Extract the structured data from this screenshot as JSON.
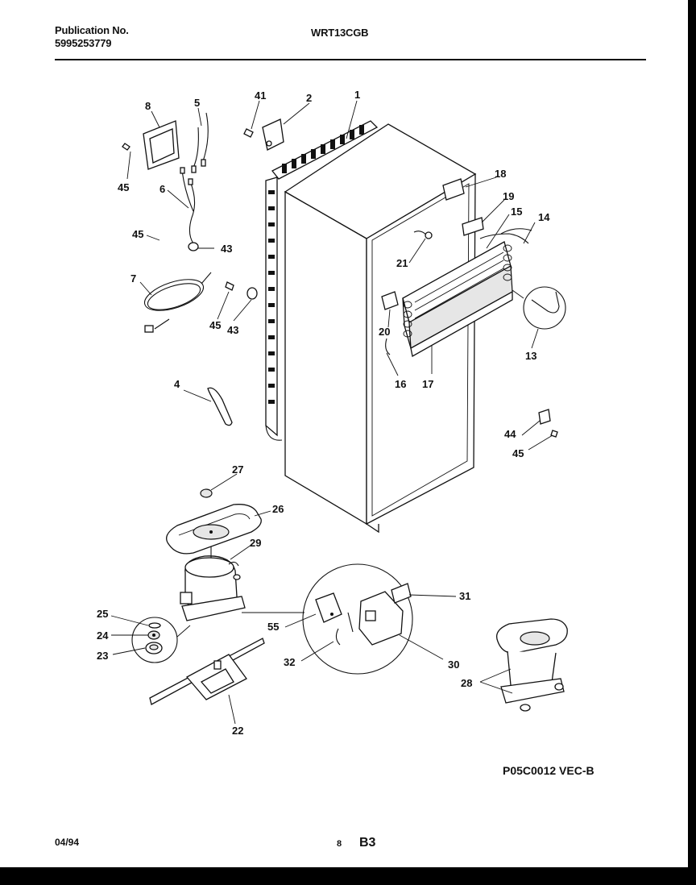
{
  "header": {
    "publication_label": "Publication No.",
    "publication_number": "5995253779",
    "model": "WRT13CGB"
  },
  "diagram_ref": "P05C0012 VEC-B",
  "footer": {
    "date": "04/94",
    "page": "8",
    "section": "B3"
  },
  "callouts": {
    "c1": "1",
    "c2": "2",
    "c4": "4",
    "c5": "5",
    "c6": "6",
    "c7": "7",
    "c8": "8",
    "c13": "13",
    "c14": "14",
    "c15": "15",
    "c16": "16",
    "c17": "17",
    "c18": "18",
    "c19": "19",
    "c20": "20",
    "c21": "21",
    "c22": "22",
    "c23": "23",
    "c24": "24",
    "c25": "25",
    "c26": "26",
    "c27": "27",
    "c28": "28",
    "c29": "29",
    "c30": "30",
    "c31": "31",
    "c32": "32",
    "c41": "41",
    "c43a": "43",
    "c43b": "43",
    "c44": "44",
    "c45a": "45",
    "c45b": "45",
    "c45c": "45",
    "c45d": "45",
    "c55": "55"
  }
}
